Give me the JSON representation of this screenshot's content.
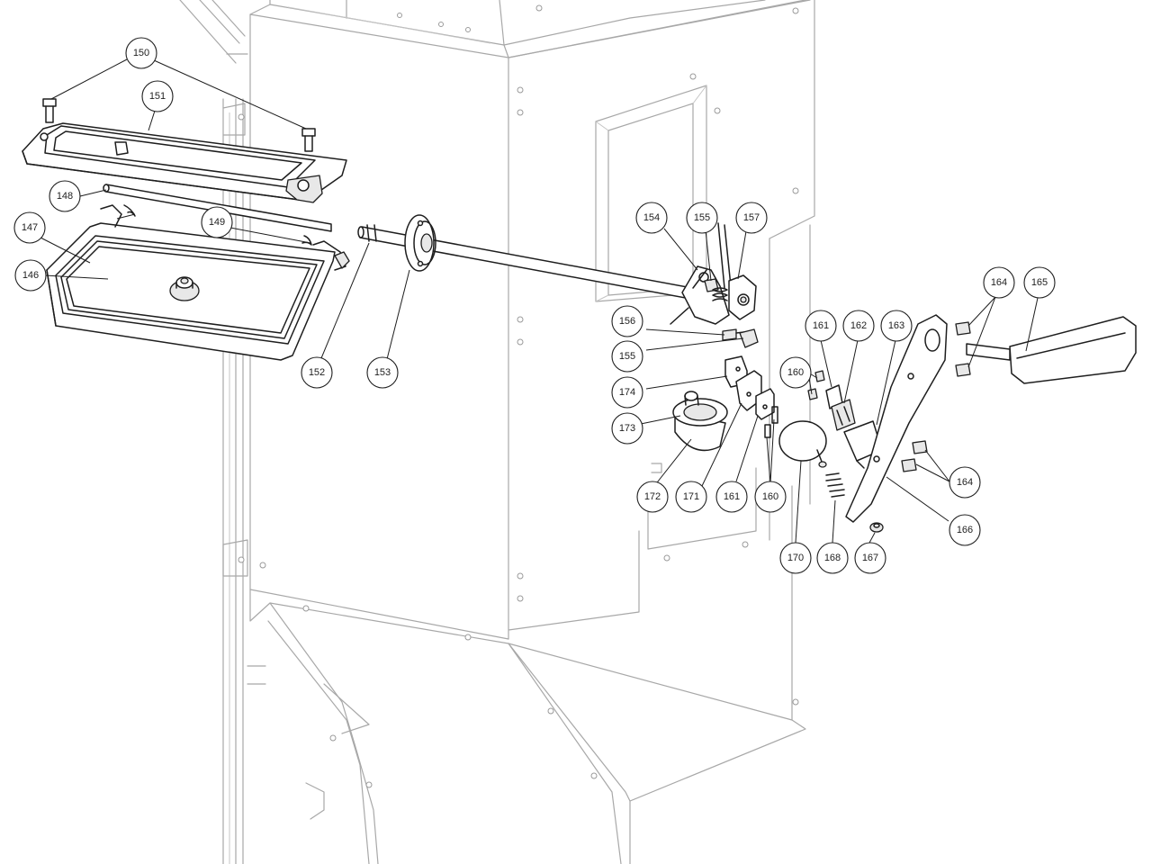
{
  "diagram": {
    "callouts": [
      {
        "id": "c150",
        "label": "150"
      },
      {
        "id": "c151",
        "label": "151"
      },
      {
        "id": "c148",
        "label": "148"
      },
      {
        "id": "c147",
        "label": "147"
      },
      {
        "id": "c149",
        "label": "149"
      },
      {
        "id": "c146",
        "label": "146"
      },
      {
        "id": "c152",
        "label": "152"
      },
      {
        "id": "c153",
        "label": "153"
      },
      {
        "id": "c154",
        "label": "154"
      },
      {
        "id": "c155a",
        "label": "155"
      },
      {
        "id": "c157",
        "label": "157"
      },
      {
        "id": "c156",
        "label": "156"
      },
      {
        "id": "c155b",
        "label": "155"
      },
      {
        "id": "c174",
        "label": "174"
      },
      {
        "id": "c173",
        "label": "173"
      },
      {
        "id": "c172",
        "label": "172"
      },
      {
        "id": "c171",
        "label": "171"
      },
      {
        "id": "c161b",
        "label": "161"
      },
      {
        "id": "c160b",
        "label": "160"
      },
      {
        "id": "c161a",
        "label": "161"
      },
      {
        "id": "c162",
        "label": "162"
      },
      {
        "id": "c163",
        "label": "163"
      },
      {
        "id": "c160a",
        "label": "160"
      },
      {
        "id": "c164a",
        "label": "164"
      },
      {
        "id": "c165",
        "label": "165"
      },
      {
        "id": "c164b",
        "label": "164"
      },
      {
        "id": "c166",
        "label": "166"
      },
      {
        "id": "c170",
        "label": "170"
      },
      {
        "id": "c168",
        "label": "168"
      },
      {
        "id": "c167",
        "label": "167"
      }
    ]
  }
}
